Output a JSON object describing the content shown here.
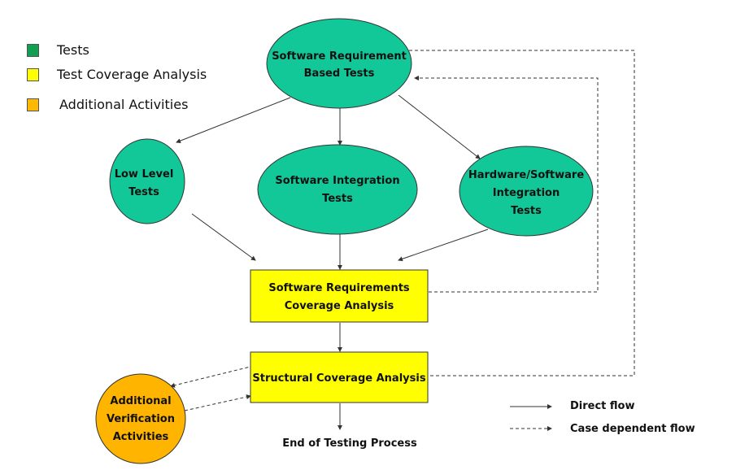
{
  "legend": {
    "items": [
      {
        "label": "Tests",
        "color": "#10a050"
      },
      {
        "label": "Test Coverage Analysis",
        "color": "#ffff00"
      },
      {
        "label": "Additional Activities",
        "color": "#ffb800"
      }
    ]
  },
  "colors": {
    "test_node": "#12c898",
    "coverage_node": "#ffff00",
    "additional_node": "#ffb400",
    "line": "#333333"
  },
  "nodes": {
    "srbt": {
      "lines": [
        "Software Requirement",
        "Based Tests"
      ]
    },
    "llt": {
      "lines": [
        "Low Level",
        "Tests"
      ]
    },
    "sit": {
      "lines": [
        "Software Integration",
        "Tests"
      ]
    },
    "hsit": {
      "lines": [
        "Hardware/Software",
        "Integration",
        "Tests"
      ]
    },
    "srca": {
      "lines": [
        "Software Requirements",
        "Coverage Analysis"
      ]
    },
    "sca": {
      "lines": [
        "Structural Coverage Analysis"
      ]
    },
    "ava": {
      "lines": [
        "Additional",
        "Verification",
        "Activities"
      ]
    },
    "end": {
      "label": "End of Testing Process"
    }
  },
  "flow_legend": {
    "direct": "Direct flow",
    "case_dependent": "Case dependent flow"
  }
}
